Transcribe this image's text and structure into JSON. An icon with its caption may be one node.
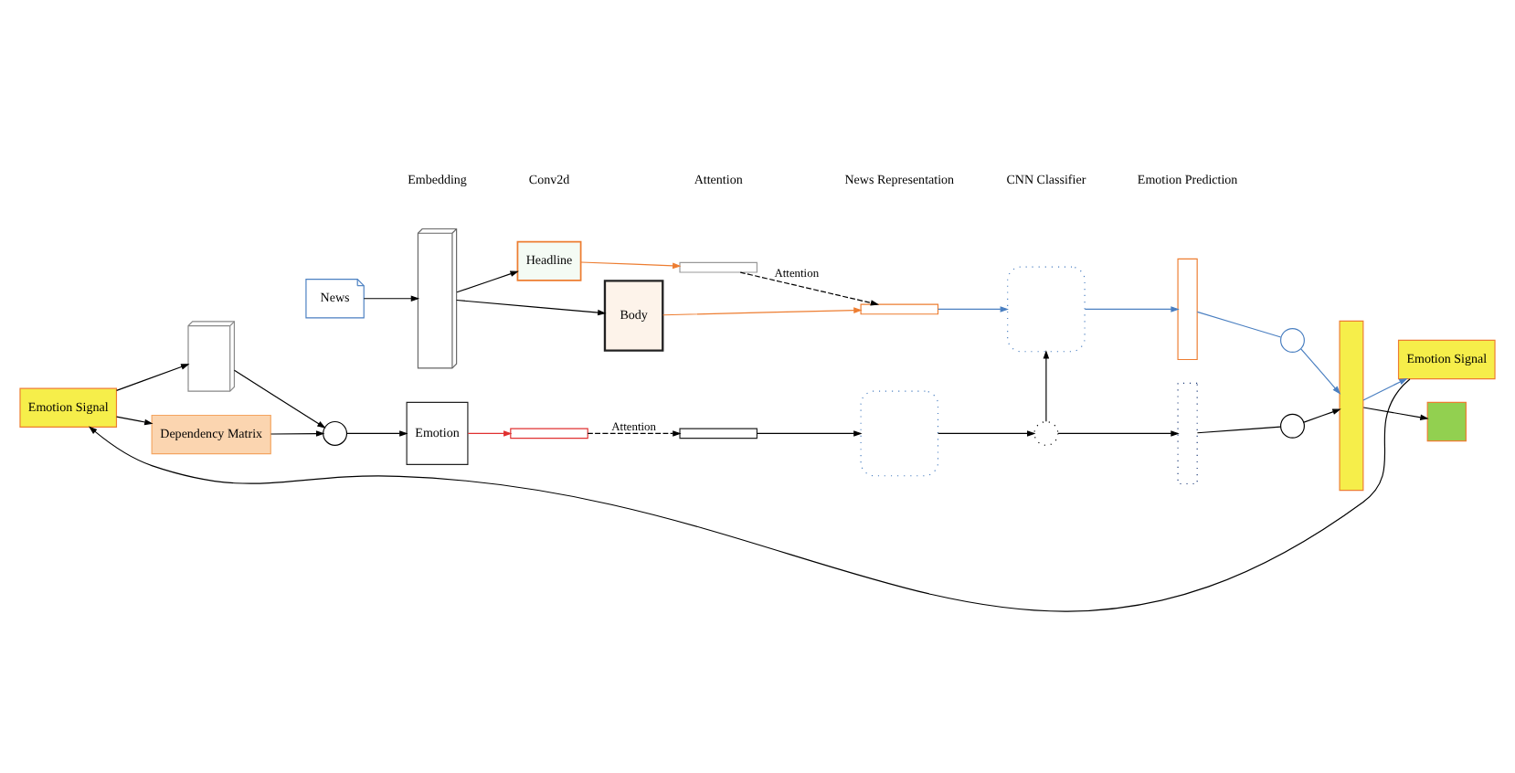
{
  "diagram": {
    "nodes": [
      {
        "text": [
          "News"
        ]
      },
      {
        "text": [],
        "shape": "box"
      },
      {
        "text": [
          "Headline"
        ]
      },
      {
        "text": [
          "Body"
        ]
      },
      {
        "text": [],
        "shape": "bar"
      },
      {
        "text": [],
        "shape": "bar"
      },
      {
        "text": [
          "Emotion Signal"
        ]
      },
      {
        "text": [],
        "shape": "box"
      },
      {
        "text": [
          "Dependency Matrix"
        ]
      },
      {
        "text": [],
        "shape": "circle"
      },
      {
        "text": [
          "Emotion"
        ]
      },
      {
        "text": [],
        "shape": "bar"
      },
      {
        "text": [],
        "shape": "bar"
      },
      {
        "text": [],
        "shape": "box"
      },
      {
        "text": [],
        "shape": "box"
      },
      {
        "text": [],
        "shape": "circle"
      },
      {
        "text": [],
        "shape": "bar"
      },
      {
        "text": [],
        "shape": "bar"
      },
      {
        "text": [],
        "shape": "circle"
      },
      {
        "text": [],
        "shape": "circle"
      },
      {
        "text": [],
        "shape": "bar"
      },
      {
        "text": [
          "Emotion Signal"
        ]
      },
      {
        "text": [],
        "shape": "box"
      }
    ],
    "edges": [
      {
        "from": 0,
        "to": 1,
        "arrow": "to"
      },
      {
        "from": 1,
        "to": 2,
        "arrow": "to"
      },
      {
        "from": 1,
        "to": 3,
        "arrow": "to"
      },
      {
        "from": 2,
        "to": 4,
        "arrow": "to",
        "color": "#ed7d31"
      },
      {
        "from": 3,
        "to": 5,
        "arrow": "to",
        "color": "#ed7d31"
      },
      {
        "from": 4,
        "to": 5,
        "arrow": "to",
        "style": "dashed",
        "label": "Attention"
      },
      {
        "from": 5,
        "to": 13,
        "arrow": "to",
        "color": "#4a7fc1"
      },
      {
        "from": 6,
        "to": 7,
        "arrow": "to"
      },
      {
        "from": 6,
        "to": 8,
        "arrow": "to"
      },
      {
        "from": 7,
        "to": 9,
        "arrow": "to"
      },
      {
        "from": 8,
        "to": 9,
        "arrow": "to"
      },
      {
        "from": 9,
        "to": 10,
        "arrow": "to"
      },
      {
        "from": 10,
        "to": 11,
        "arrow": "to",
        "color": "#e03030"
      },
      {
        "from": 11,
        "to": 12,
        "arrow": "to",
        "style": "dashed",
        "label": "Attention"
      },
      {
        "from": 12,
        "to": 14,
        "arrow": "to"
      },
      {
        "from": 13,
        "to": 16,
        "arrow": "to",
        "color": "#4a7fc1"
      },
      {
        "from": 14,
        "to": 15,
        "arrow": "to"
      },
      {
        "from": 15,
        "to": 13,
        "arrow": "to"
      },
      {
        "from": 15,
        "to": 17,
        "arrow": "to"
      },
      {
        "from": 16,
        "to": 18,
        "arrow": "none",
        "color": "#4a7fc1"
      },
      {
        "from": 18,
        "to": 20,
        "arrow": "to",
        "color": "#4a7fc1"
      },
      {
        "from": 17,
        "to": 19,
        "arrow": "none"
      },
      {
        "from": 19,
        "to": 20,
        "arrow": "to"
      },
      {
        "from": 20,
        "to": 21,
        "arrow": "to",
        "color": "#4a7fc1"
      },
      {
        "from": 20,
        "to": 22,
        "arrow": "to"
      },
      {
        "from": 21,
        "to": 6,
        "arrow": "to"
      }
    ],
    "labels": [
      "Embedding",
      "Conv2d",
      "Attention",
      "News Representation",
      "CNN Classifier",
      "Emotion Prediction"
    ]
  }
}
